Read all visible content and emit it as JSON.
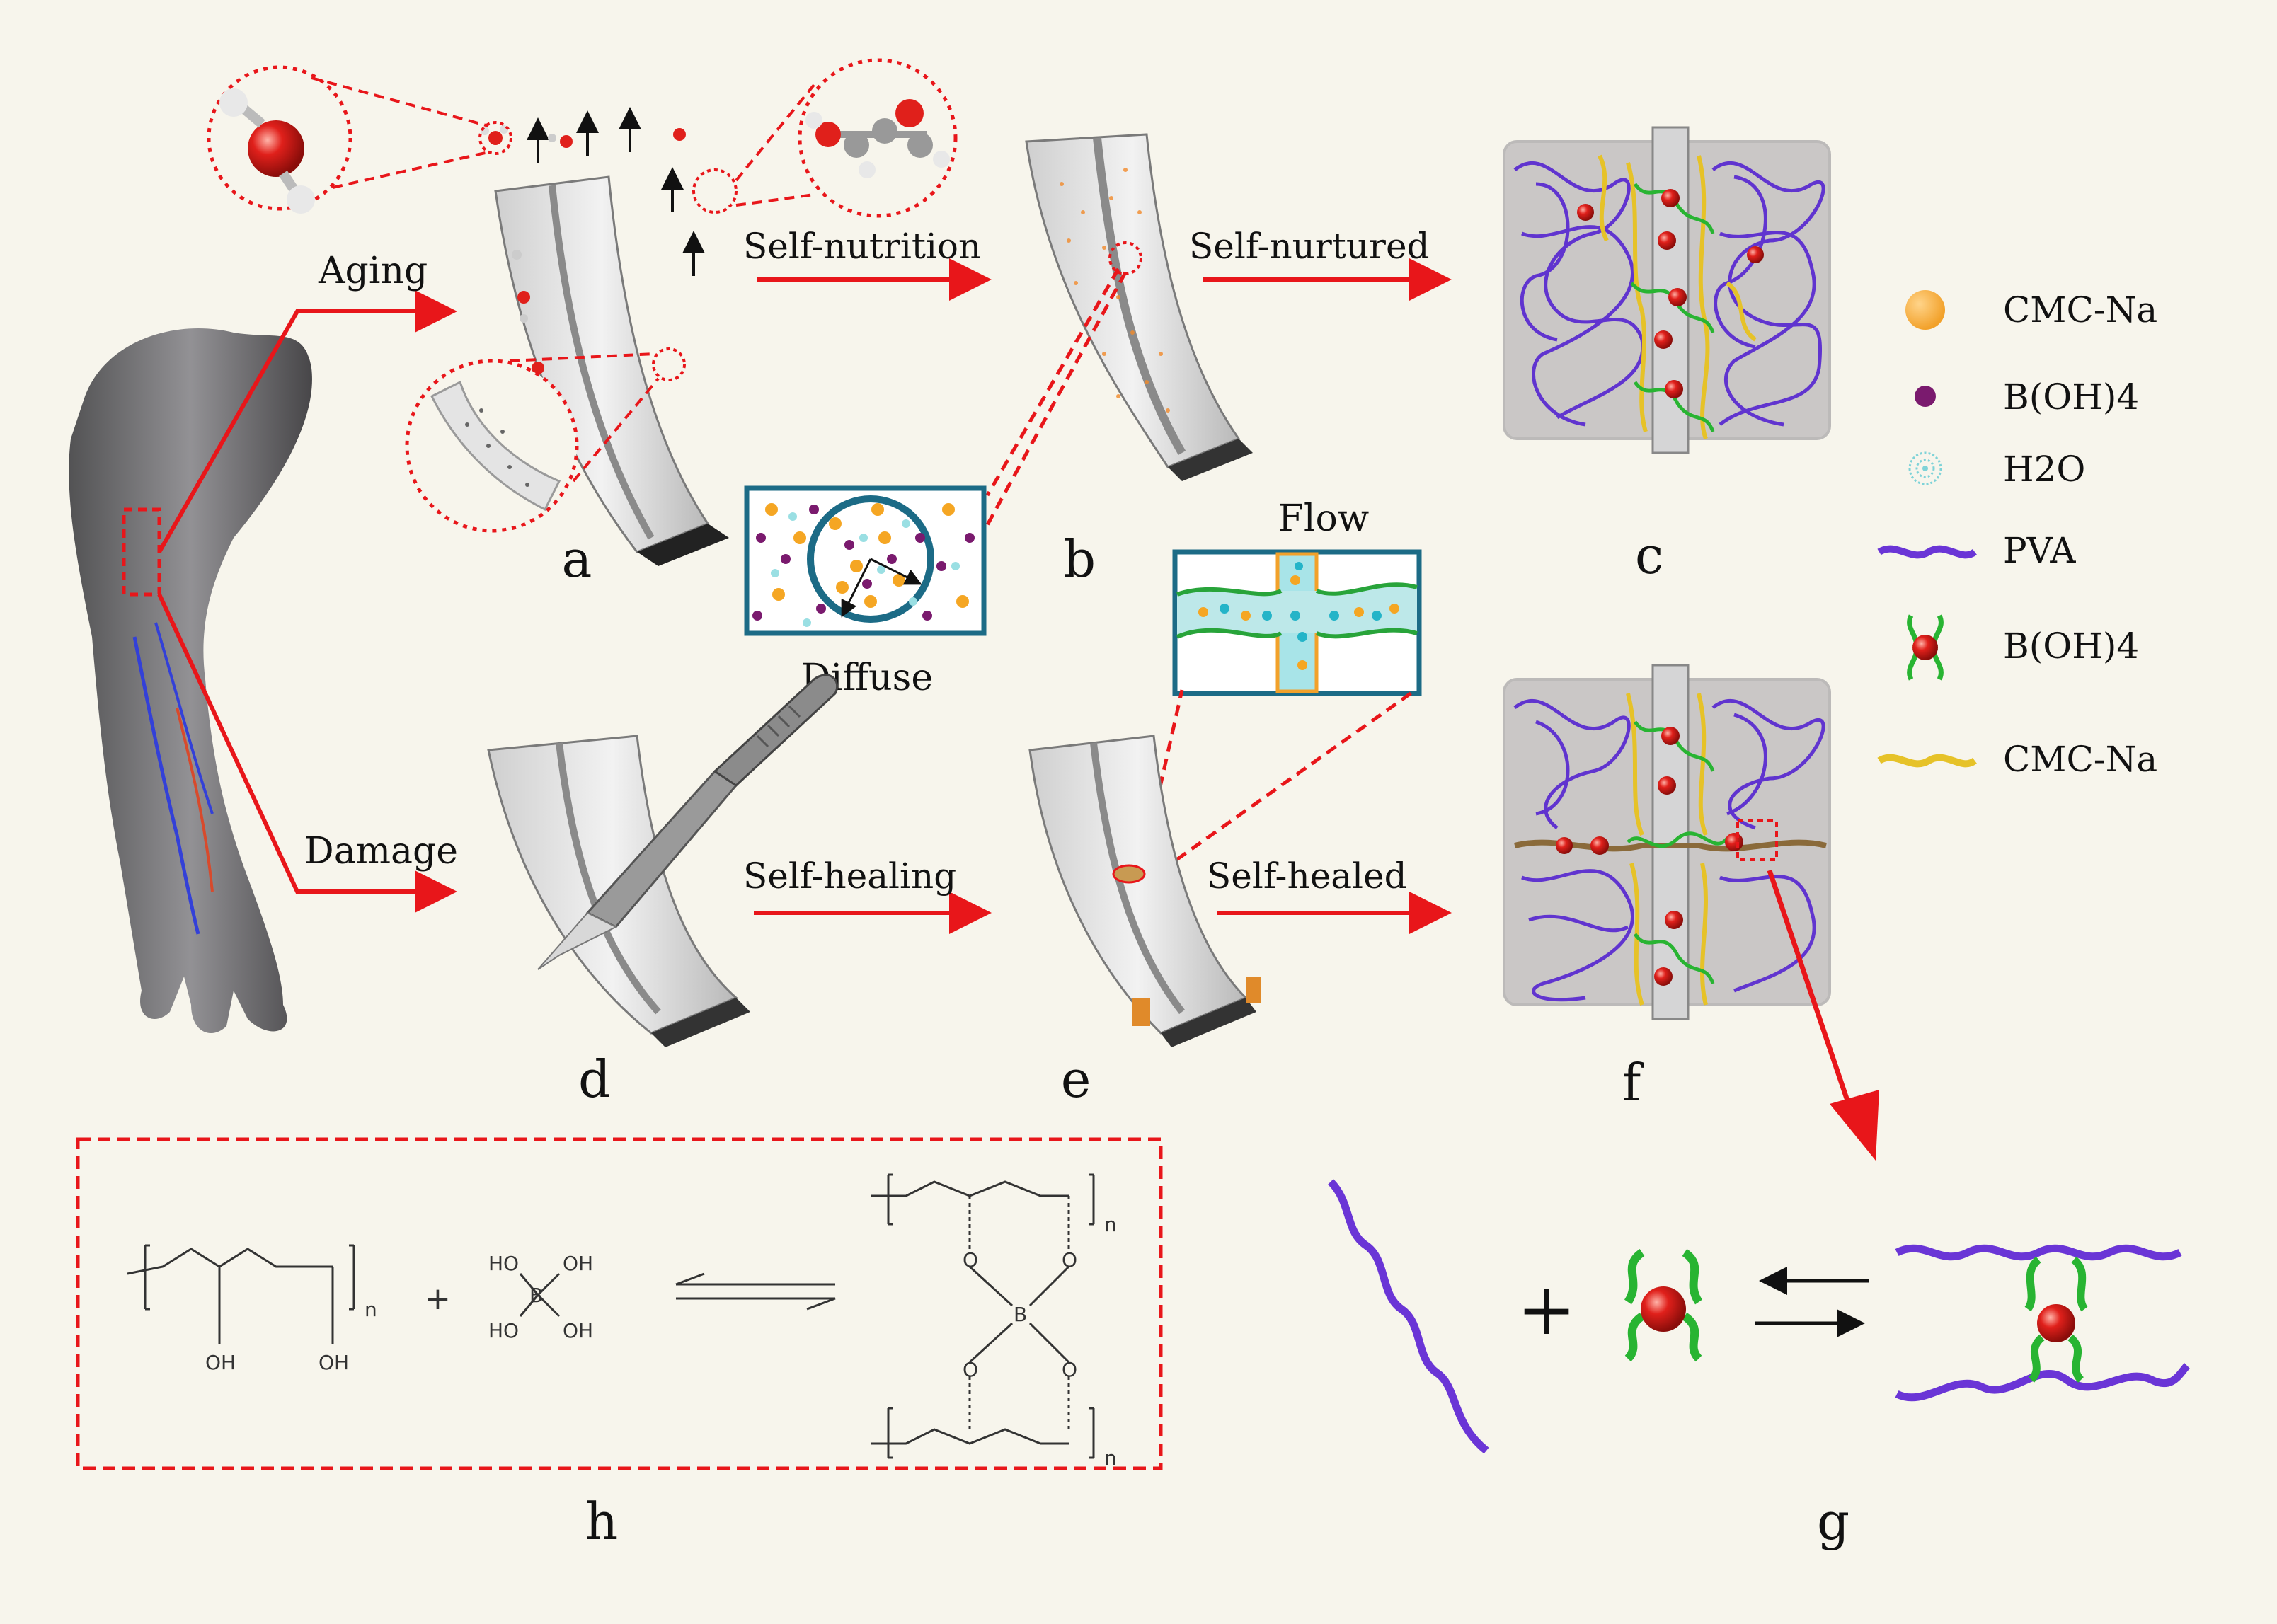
{
  "processes": {
    "aging": "Aging",
    "damage": "Damage",
    "self_nutrition": "Self-nutrition",
    "self_nurtured": "Self-nurtured",
    "self_healing": "Self-healing",
    "self_healed": "Self-healed"
  },
  "insets": {
    "diffuse": "Diffuse",
    "flow": "Flow"
  },
  "panel_labels": {
    "a": "a",
    "b": "b",
    "c": "c",
    "d": "d",
    "e": "e",
    "f": "f",
    "g": "g",
    "h": "h"
  },
  "legend": [
    {
      "label": "CMC-Na",
      "symbol": "orange-sphere",
      "color": "#f5a623"
    },
    {
      "label": "B(OH)4",
      "symbol": "purple-dot",
      "color": "#7a1a6e"
    },
    {
      "label": "H2O",
      "symbol": "water-ring",
      "color": "#7fd3d8"
    },
    {
      "label": "PVA",
      "symbol": "purple-chain",
      "color": "#6a35d6"
    },
    {
      "label": "B(OH)4",
      "symbol": "crosslinker",
      "color": "#e0201b"
    },
    {
      "label": "CMC-Na",
      "symbol": "yellow-chain",
      "color": "#e6c228"
    }
  ],
  "chemistry": {
    "n1": "n",
    "n2": "n",
    "n3": "n",
    "oh1": "OH",
    "oh2": "OH",
    "b_oh_tl": "HO",
    "b_oh_tr": "OH",
    "b_oh_bl": "HO",
    "b_oh_br": "OH",
    "b_center": "B",
    "b_center2": "B",
    "o_tl": "O",
    "o_tr": "O",
    "o_bl": "O",
    "o_br": "O",
    "plus": "+"
  },
  "colors": {
    "arrow": "#e8161a",
    "background": "#f7f5ec",
    "frame": "#1c6b86",
    "pva": "#6a35d6",
    "cmc": "#e6c228",
    "crosslink_green": "#28b432",
    "crosslink_red": "#e0201b"
  }
}
